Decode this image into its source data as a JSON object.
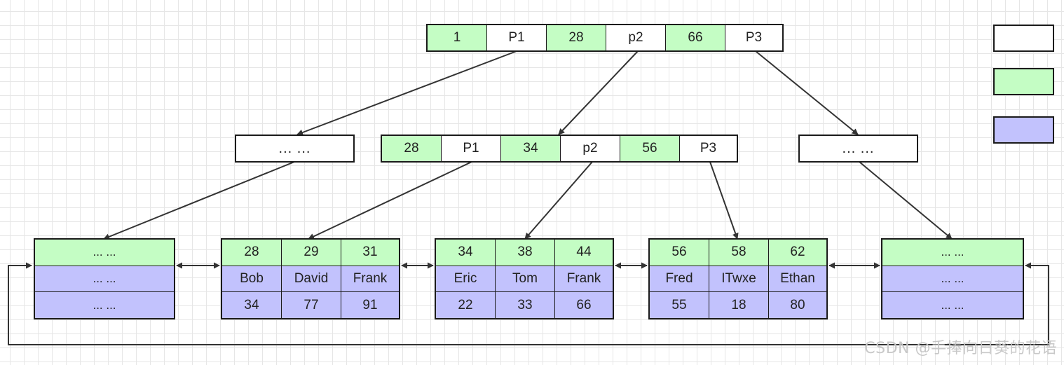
{
  "root": {
    "cells": [
      {
        "text": "1",
        "kind": "key"
      },
      {
        "text": "P1",
        "kind": "ptr"
      },
      {
        "text": "28",
        "kind": "key"
      },
      {
        "text": "p2",
        "kind": "ptr"
      },
      {
        "text": "66",
        "kind": "key"
      },
      {
        "text": "P3",
        "kind": "ptr"
      }
    ]
  },
  "internal_left": {
    "text": "... ..."
  },
  "internal_mid": {
    "cells": [
      {
        "text": "28",
        "kind": "key"
      },
      {
        "text": "P1",
        "kind": "ptr"
      },
      {
        "text": "34",
        "kind": "key"
      },
      {
        "text": "p2",
        "kind": "ptr"
      },
      {
        "text": "56",
        "kind": "key"
      },
      {
        "text": "P3",
        "kind": "ptr"
      }
    ]
  },
  "internal_right": {
    "text": "... ..."
  },
  "leaf_placeholder": {
    "rows": [
      "... ...",
      "... ...",
      "... ..."
    ]
  },
  "leaves": [
    {
      "keys": [
        "28",
        "29",
        "31"
      ],
      "names": [
        "Bob",
        "David",
        "Frank"
      ],
      "values": [
        "34",
        "77",
        "91"
      ]
    },
    {
      "keys": [
        "34",
        "38",
        "44"
      ],
      "names": [
        "Eric",
        "Tom",
        "Frank"
      ],
      "values": [
        "22",
        "33",
        "66"
      ]
    },
    {
      "keys": [
        "56",
        "58",
        "62"
      ],
      "names": [
        "Fred",
        "ITwxe",
        "Ethan"
      ],
      "values": [
        "55",
        "18",
        "80"
      ]
    }
  ],
  "legend": {
    "colors": [
      "#ffffff",
      "#c4fdc4",
      "#c2c2fd"
    ]
  },
  "colors": {
    "key": "#c4fdc4",
    "pointer": "#ffffff",
    "data": "#c2c2fd",
    "line": "#333333"
  },
  "watermark": "CSDN @手捧向日葵的花语"
}
